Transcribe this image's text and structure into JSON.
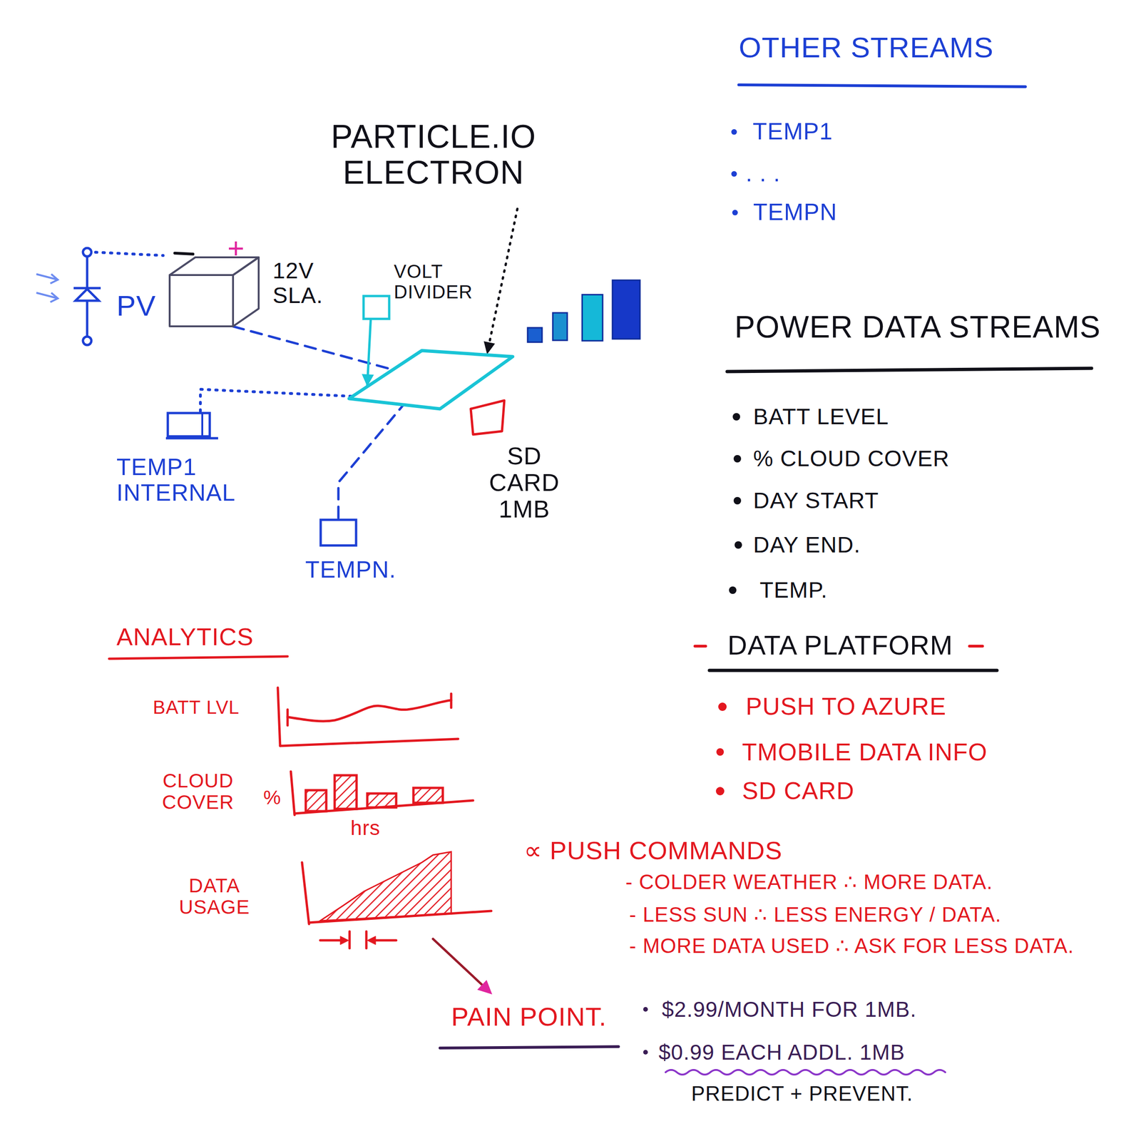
{
  "diagram": {
    "nodes": [
      {
        "text": [
          "PARTICLE.IO ELECTRON"
        ]
      },
      {
        "text": [
          "12V SLA."
        ]
      },
      {
        "text": [
          "VOLT DIVIDER"
        ]
      },
      {
        "text": [
          "TEMP1 INTERNAL"
        ]
      },
      {
        "text": [
          "SD CARD 1MB"
        ]
      },
      {
        "text": [
          "TEMPN."
        ]
      }
    ],
    "edges": [
      {
        "from": 1,
        "to": 0,
        "arrow": "none"
      },
      {
        "from": 2,
        "to": 0,
        "arrow": "to"
      },
      {
        "from": 3,
        "to": 0,
        "arrow": "none"
      },
      {
        "from": 5,
        "to": 0,
        "arrow": "none"
      }
    ],
    "labels": [
      "PV",
      "+",
      "OTHER STREAMS",
      "TEMP1",
      ". . .",
      "TEMPN",
      "POWER DATA STREAMS",
      "BATT LEVEL",
      "% CLOUD COVER",
      "DAY START",
      "DAY END.",
      "TEMP.",
      "DATA PLATFORM",
      "PUSH TO AZURE",
      "TMOBILE DATA INFO",
      "SD CARD",
      "ANALYTICS",
      "BATT LVL",
      "CLOUD COVER",
      "%",
      "hrs",
      "DATA USAGE",
      "∝ PUSH COMMANDS",
      "- COLDER WEATHER ∴ MORE DATA.",
      "- LESS SUN ∴ LESS ENERGY / DATA.",
      "- MORE DATA USED ∴ ASK FOR LESS DATA.",
      "PAIN POINT.",
      "$2.99/MONTH FOR 1MB.",
      "$0.99 EACH ADDL. 1MB",
      "PREDICT + PREVENT."
    ]
  }
}
